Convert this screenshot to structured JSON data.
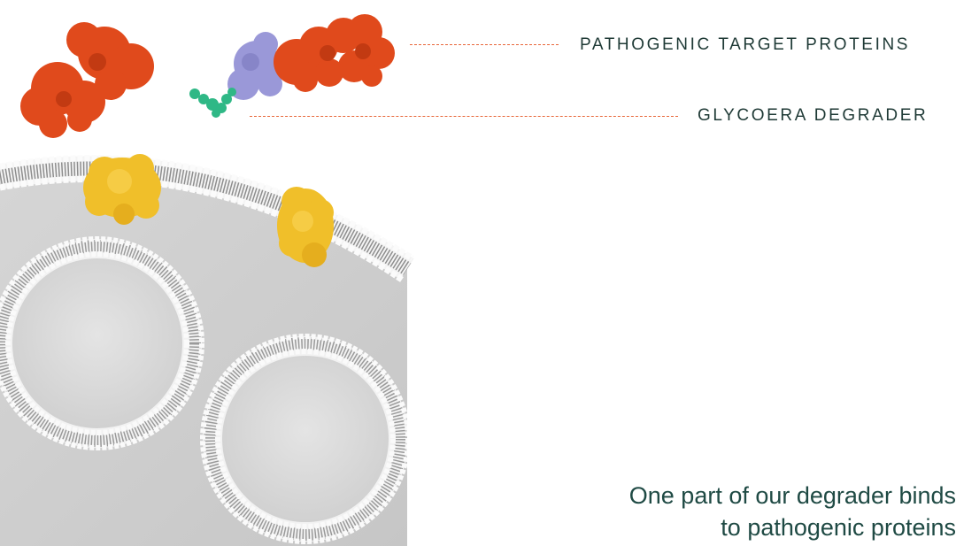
{
  "labels": {
    "target": "PATHOGENIC TARGET PROTEINS",
    "degrader": "GLYCOERA DEGRADER"
  },
  "caption": {
    "line1": "One part of our degrader binds",
    "line2": "to pathogenic proteins"
  },
  "colors": {
    "target_protein": "#e04a1c",
    "degrader_domain": "#9a98d8",
    "degrader_glycan": "#2fb886",
    "membrane_protein": "#f0bf2a",
    "leader_line": "#e8673a",
    "text": "#1f3a36"
  }
}
